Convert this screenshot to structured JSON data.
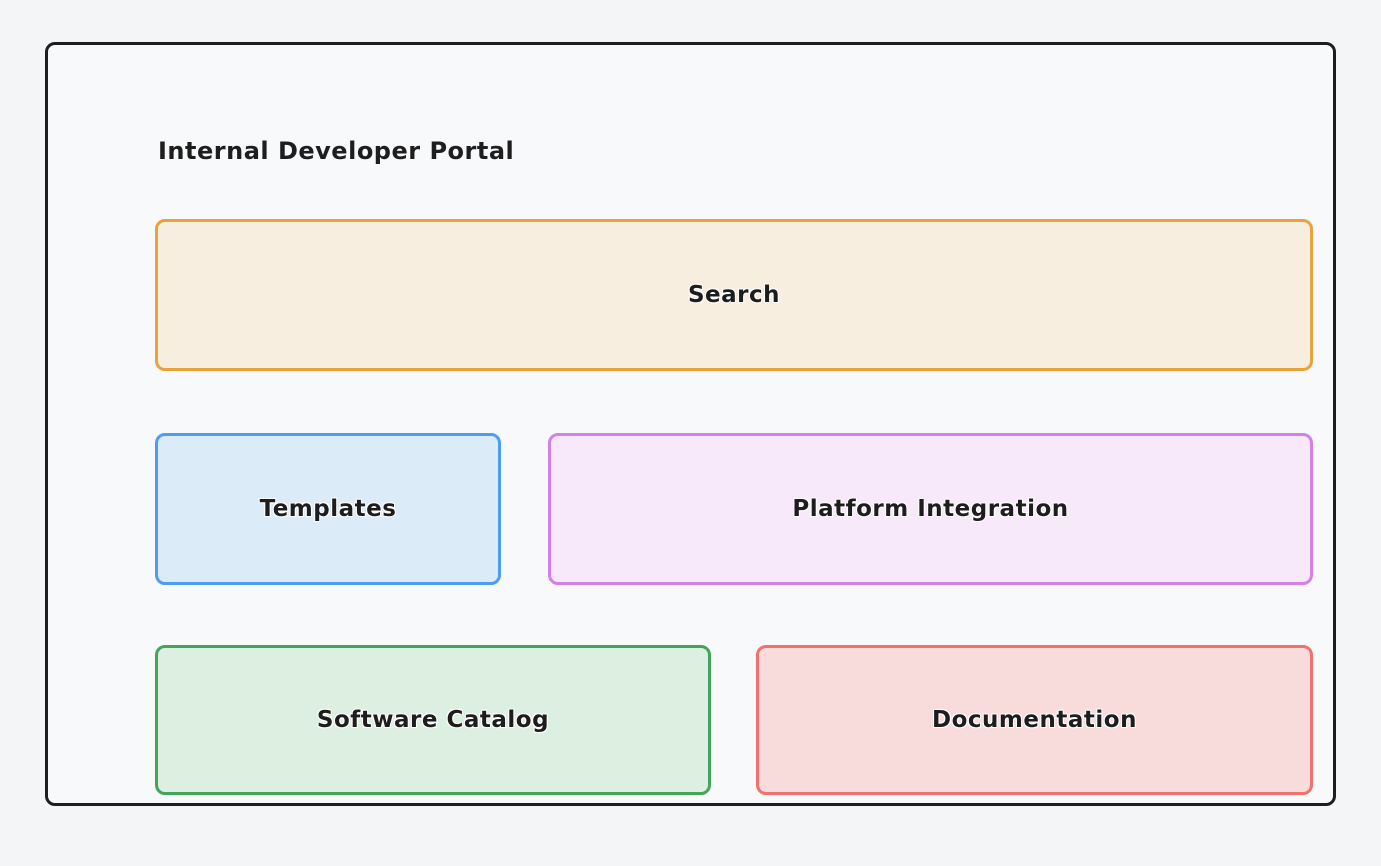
{
  "canvas": {
    "background": "#f4f5f7"
  },
  "portal": {
    "title": "Internal Developer Portal",
    "frame": {
      "border_color": "#1e1e1e",
      "fill": "#f8f9fb"
    },
    "nodes": [
      {
        "id": "search",
        "label": "Search",
        "fill": "#f7eee0",
        "border": "#e9a33d"
      },
      {
        "id": "templates",
        "label": "Templates",
        "fill": "#dcebf8",
        "border": "#4c9ef5"
      },
      {
        "id": "platform-integration",
        "label": "Platform Integration",
        "fill": "#f7e8fa",
        "border": "#d580e8"
      },
      {
        "id": "software-catalog",
        "label": "Software Catalog",
        "fill": "#ddefe1",
        "border": "#43a55c"
      },
      {
        "id": "documentation",
        "label": "Documentation",
        "fill": "#f8dcdb",
        "border": "#f1716c"
      }
    ]
  }
}
